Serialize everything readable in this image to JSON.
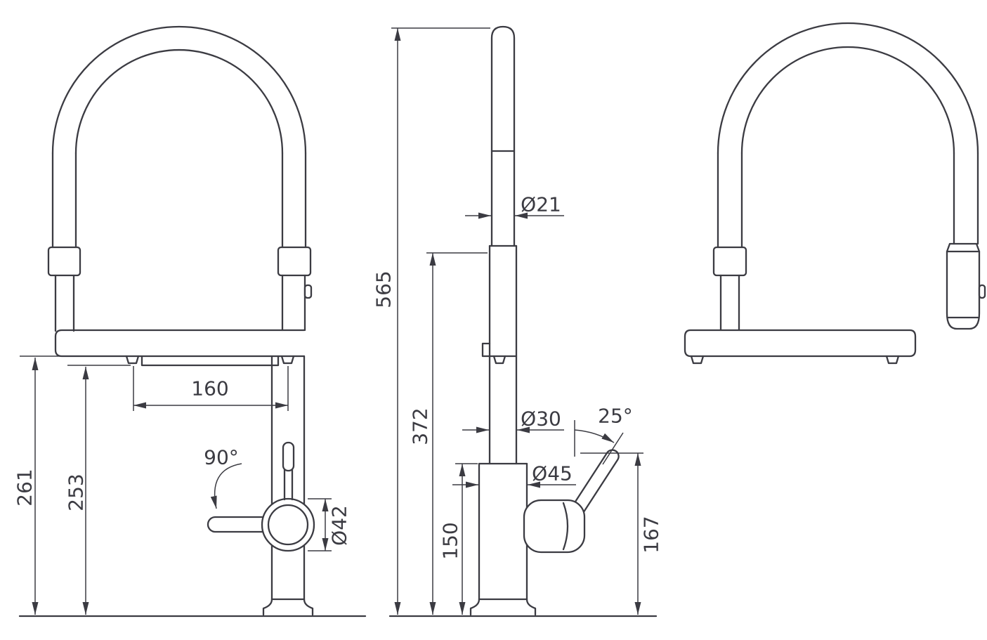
{
  "drawing": {
    "background_color": "#ffffff",
    "line_color": "#3b3b42",
    "front_view": {
      "spout_reach": "160",
      "handle_swivel_angle": "90°",
      "height_left": "261",
      "height_right": "253",
      "handle_diameter": "Ø42"
    },
    "side_view": {
      "total_height": "565",
      "upper_height": "372",
      "hose_diameter": "Ø21",
      "body_diameter": "Ø30",
      "base_diameter": "Ø45",
      "base_height": "150",
      "lever_angle": "25°",
      "lever_height": "167"
    }
  }
}
